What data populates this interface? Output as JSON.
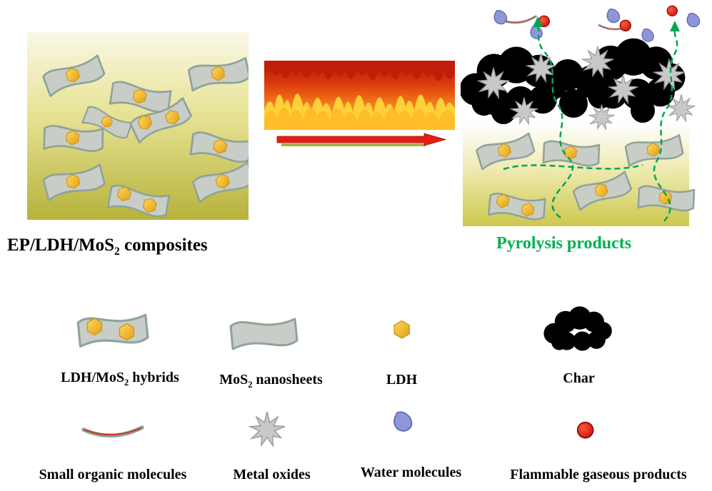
{
  "titles": {
    "composites": {
      "pre": "EP/LDH/MoS",
      "sub": "2",
      "post": " composites"
    },
    "pyrolysis": "Pyrolysis products"
  },
  "legend": {
    "row1": [
      {
        "pre": "LDH/MoS",
        "sub": "2",
        "post": " hybrids"
      },
      {
        "pre": "MoS",
        "sub": "2",
        "post": " nanosheets"
      },
      {
        "label": "LDH"
      },
      {
        "label": "Char"
      }
    ],
    "row2": [
      {
        "label": "Small organic molecules"
      },
      {
        "label": "Metal oxides"
      },
      {
        "label": "Water molecules"
      },
      {
        "label": "Flammable gaseous products"
      }
    ]
  },
  "icons": {
    "hybrid": "ldh-mos2-hybrid-icon",
    "nanosheet": "mos2-nanosheet-icon",
    "ldh": "ldh-hexagon-icon",
    "char": "char-cloud-icon",
    "organic": "small-organic-molecule-icon",
    "metal_oxide": "metal-oxide-star-icon",
    "water": "water-droplet-icon",
    "gas": "flammable-gas-icon"
  },
  "colors": {
    "pyrolysis_green": "#00b050",
    "arrow_red": "#e31e10",
    "char_black": "#000000",
    "ldh_gold": "#f4c52e",
    "sheet_gray": "#c9cdc7",
    "droplet_blue": "#8d96d8",
    "gas_red": "#e01010",
    "panel_olive": "#b6b23c"
  }
}
